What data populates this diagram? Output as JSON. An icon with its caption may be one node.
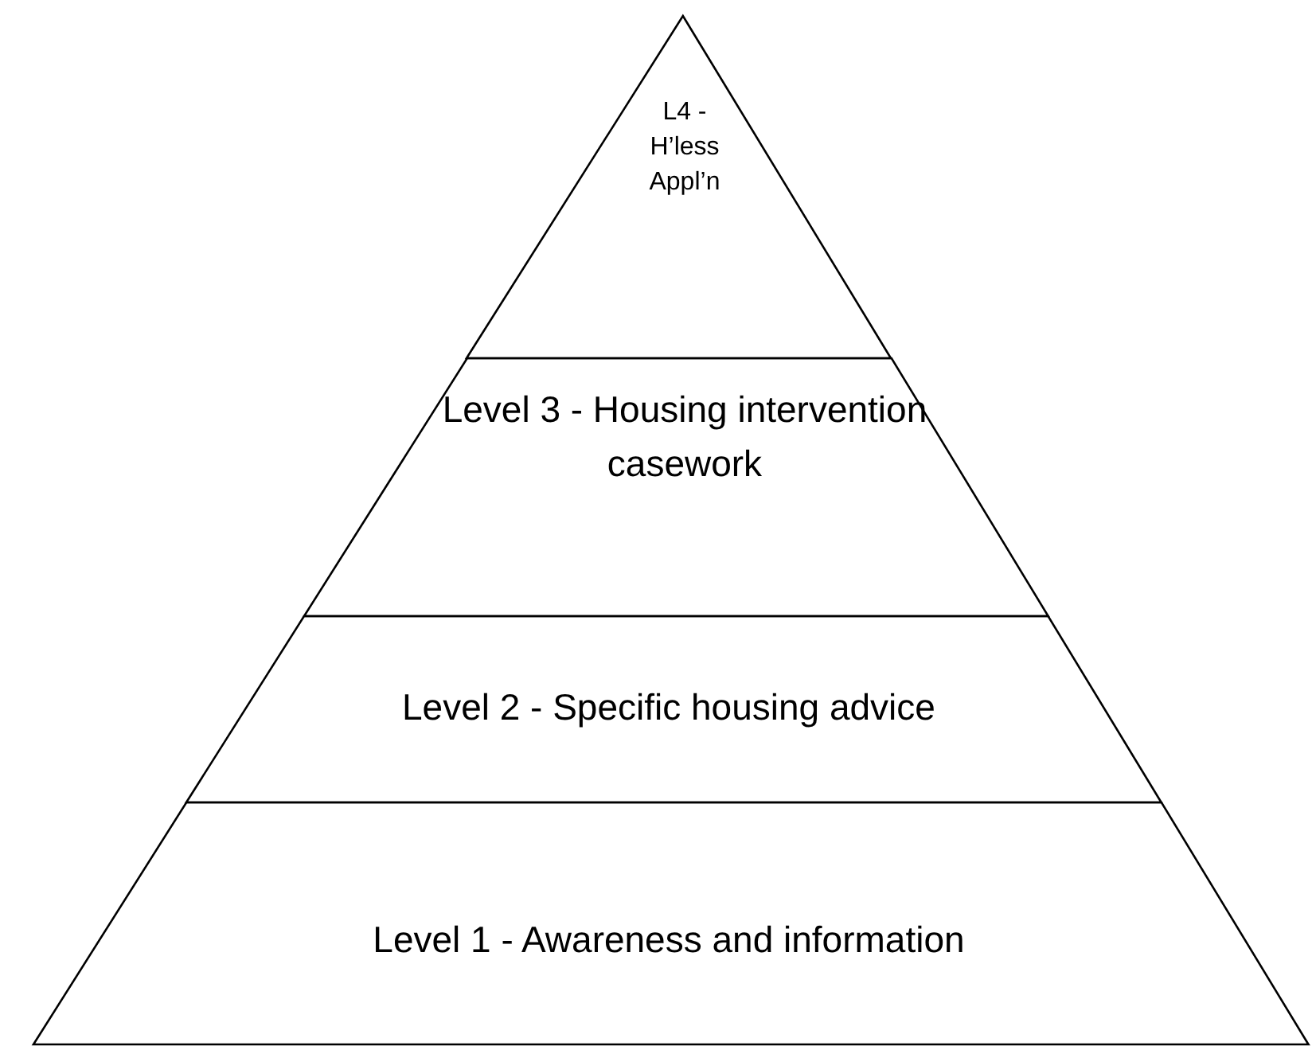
{
  "diagram": {
    "nodes": [
      {
        "text": [
          "L4 - H’less Appl’n"
        ]
      },
      {
        "text": [
          "Level 3 - Housing intervention casework"
        ]
      },
      {
        "text": [
          "Level 2 - Specific housing advice"
        ]
      },
      {
        "text": [
          "Level 1 - Awareness and information"
        ]
      }
    ]
  }
}
